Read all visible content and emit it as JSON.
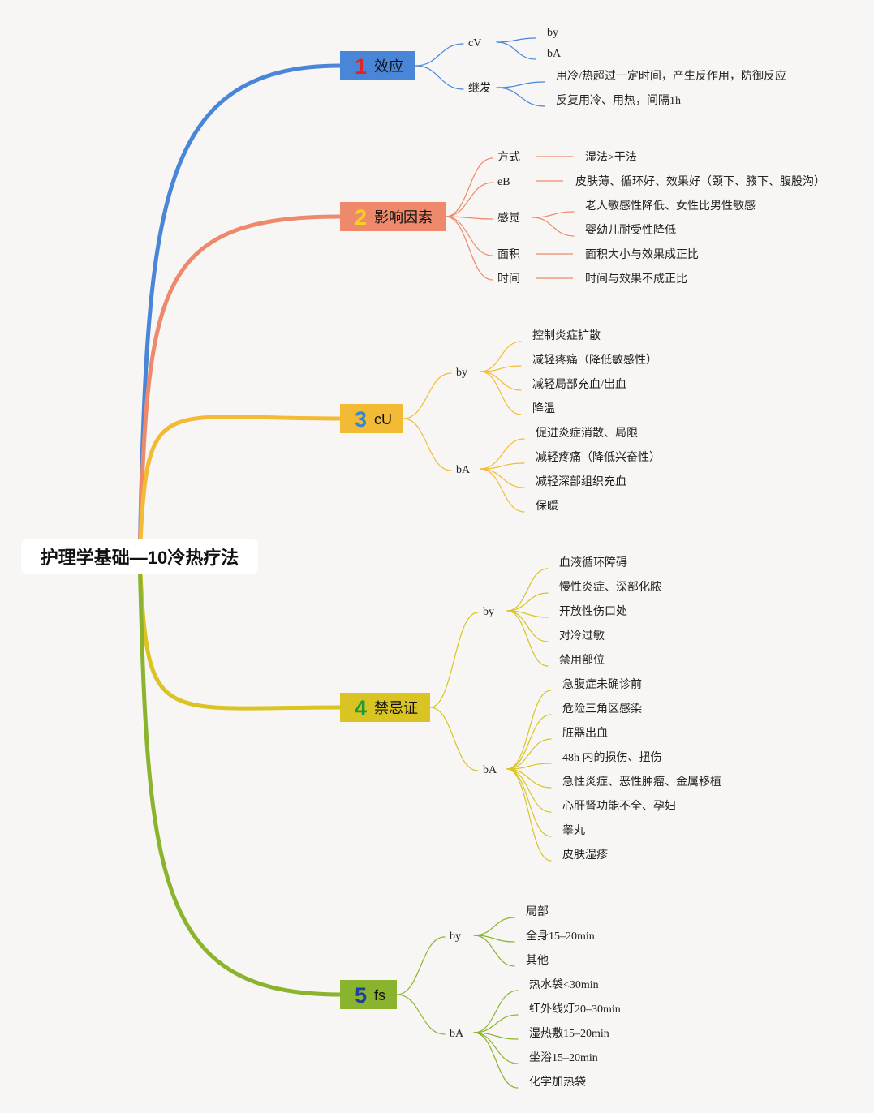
{
  "root": {
    "title": "护理学基础—10冷热疗法"
  },
  "branches": [
    {
      "num": "1",
      "label": "效应",
      "color": "#4a86d8",
      "num_color": "#e02424",
      "children": [
        {
          "label": "cV",
          "children": [
            "by",
            "bA"
          ]
        },
        {
          "label": "继发",
          "children": [
            "用冷/热超过一定时间，产生反作用，防御反应",
            "反复用冷、用热，间隔1h"
          ]
        }
      ]
    },
    {
      "num": "2",
      "label": "影响因素",
      "color": "#ee8a6b",
      "num_color": "#f5d020",
      "children": [
        {
          "label": "方式",
          "children": [
            "湿法>干法"
          ]
        },
        {
          "label": "eB",
          "children": [
            "皮肤薄、循环好、效果好（颈下、腋下、腹股沟）"
          ]
        },
        {
          "label": "感觉",
          "children": [
            "老人敏感性降低、女性比男性敏感",
            "婴幼儿耐受性降低"
          ]
        },
        {
          "label": "面积",
          "children": [
            "面积大小与效果成正比"
          ]
        },
        {
          "label": "时间",
          "children": [
            "时间与效果不成正比"
          ]
        }
      ]
    },
    {
      "num": "3",
      "label": "cU",
      "color": "#f3bb35",
      "num_color": "#2f87d8",
      "children": [
        {
          "label": "by",
          "children": [
            "控制炎症扩散",
            "减轻疼痛（降低敏感性）",
            "减轻局部充血/出血",
            "降温"
          ]
        },
        {
          "label": "bA",
          "children": [
            "促进炎症消散、局限",
            "减轻疼痛（降低兴奋性）",
            "减轻深部组织充血",
            "保暖"
          ]
        }
      ]
    },
    {
      "num": "4",
      "label": "禁忌证",
      "color": "#d9c423",
      "num_color": "#1f9a3a",
      "children": [
        {
          "label": "by",
          "children": [
            "血液循环障碍",
            "慢性炎症、深部化脓",
            "开放性伤口处",
            "对冷过敏",
            "禁用部位"
          ]
        },
        {
          "label": "bA",
          "children": [
            "急腹症未确诊前",
            "危险三角区感染",
            "脏器出血",
            "48h 内的损伤、扭伤",
            "急性炎症、恶性肿瘤、金属移植",
            "心肝肾功能不全、孕妇",
            "睾丸",
            "皮肤湿疹"
          ]
        }
      ]
    },
    {
      "num": "5",
      "label": "fs",
      "color": "#8ab42e",
      "num_color": "#1c3f9e",
      "children": [
        {
          "label": "by",
          "children": [
            "局部",
            "全身15–20min",
            "其他"
          ]
        },
        {
          "label": "bA",
          "children": [
            "热水袋<30min",
            "红外线灯20–30min",
            "湿热敷15–20min",
            "坐浴15–20min",
            "化学加热袋"
          ]
        }
      ]
    }
  ]
}
